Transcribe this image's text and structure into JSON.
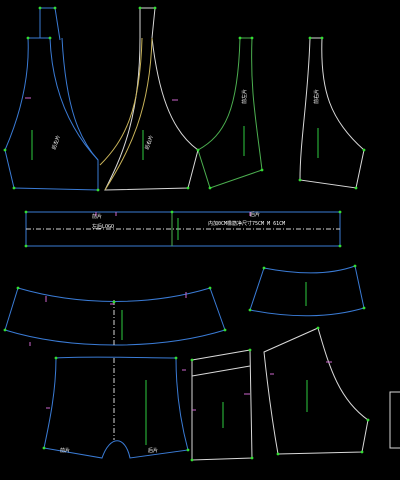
{
  "colors": {
    "background": "#000000",
    "outline_white": "#d9d9d9",
    "outline_blue": "#3a7bd5",
    "outline_green": "#4caf50",
    "outline_yellow": "#c8b35a",
    "label_green": "#2ecc40",
    "label_white": "#ffffff",
    "notch_magenta": "#cc66cc",
    "point_green": "#33dd33"
  },
  "labels": {
    "band_left_a": "前片",
    "band_left_b": "左后LOGO",
    "band_right_a": "后片",
    "band_right_b": "内加0CM橡筋净尺寸75CM M 61CM",
    "strap_a": "前左片",
    "strap_b": "前右片",
    "strap_c": "后左片",
    "strap_d": "后右片",
    "brief_left": "前片",
    "brief_right": "后片"
  }
}
